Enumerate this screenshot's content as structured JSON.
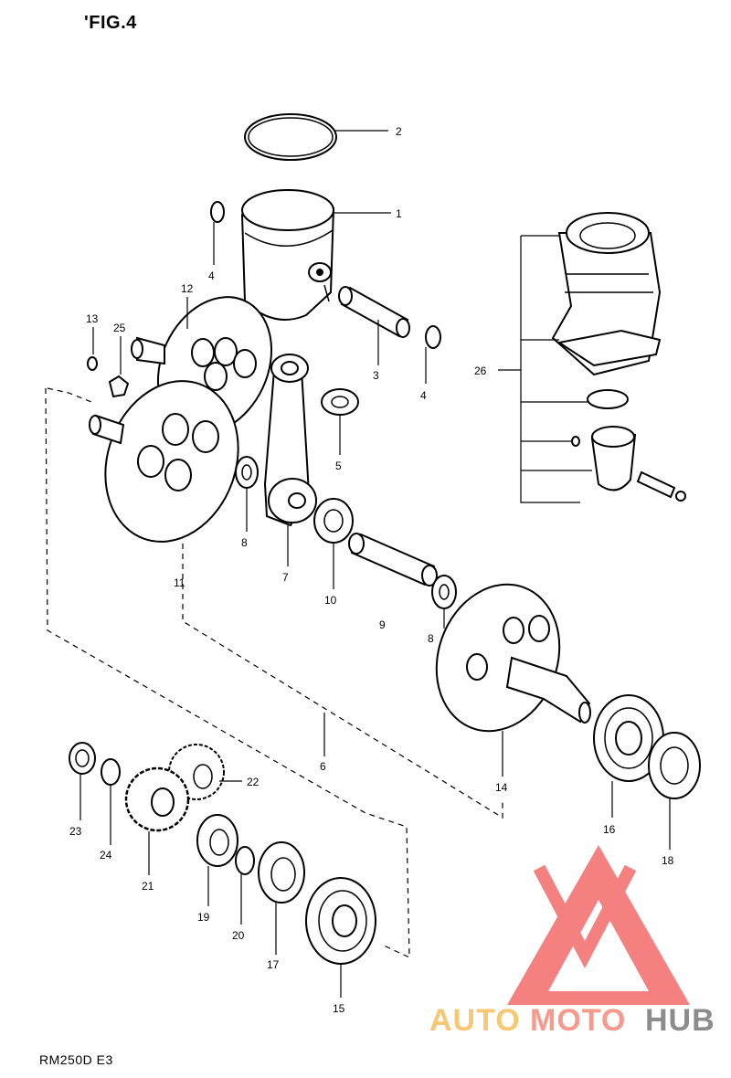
{
  "header": {
    "figure_title": "'FIG.4"
  },
  "footer": {
    "model_code": "RM250D E3"
  },
  "watermark": {
    "brand_parts": [
      "AUTO",
      "MOTO",
      "HUB"
    ],
    "colors": {
      "auto": "#f7c873",
      "moto": "#f59a8c",
      "hub": "#8c8c8c",
      "logo": "#f36b6b"
    }
  },
  "callouts": {
    "c1": "1",
    "c2": "2",
    "c3": "3",
    "c4a": "4",
    "c4b": "4",
    "c5": "5",
    "c6": "6",
    "c7": "7",
    "c8a": "8",
    "c8b": "8",
    "c9": "9",
    "c10": "10",
    "c11": "11",
    "c12": "12",
    "c13": "13",
    "c14": "14",
    "c15": "15",
    "c16": "16",
    "c17": "17",
    "c18": "18",
    "c19": "19",
    "c20": "20",
    "c21": "21",
    "c22": "22",
    "c23": "23",
    "c24": "24",
    "c25": "25",
    "c26": "26"
  }
}
